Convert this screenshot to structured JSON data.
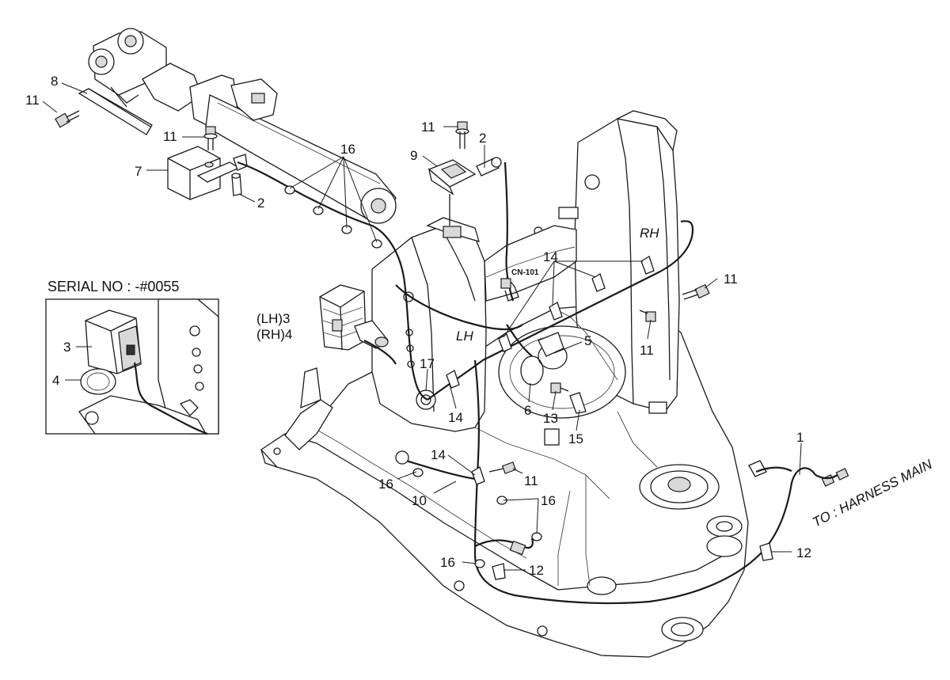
{
  "callouts": [
    {
      "id": "c-11a",
      "text": "11"
    },
    {
      "id": "c-8",
      "text": "8"
    },
    {
      "id": "c-11b",
      "text": "11"
    },
    {
      "id": "c-7",
      "text": "7"
    },
    {
      "id": "c-2a",
      "text": "2"
    },
    {
      "id": "c-16a",
      "text": "16"
    },
    {
      "id": "c-11c",
      "text": "11"
    },
    {
      "id": "c-9",
      "text": "9"
    },
    {
      "id": "c-2b",
      "text": "2"
    },
    {
      "id": "c-14a",
      "text": "14"
    },
    {
      "id": "c-11d",
      "text": "11"
    },
    {
      "id": "c-11e",
      "text": "11"
    },
    {
      "id": "c-5",
      "text": "5"
    },
    {
      "id": "c-17",
      "text": "17"
    },
    {
      "id": "c-14b",
      "text": "14"
    },
    {
      "id": "c-6",
      "text": "6"
    },
    {
      "id": "c-13",
      "text": "13"
    },
    {
      "id": "c-15",
      "text": "15"
    },
    {
      "id": "c-14c",
      "text": "14"
    },
    {
      "id": "c-11f",
      "text": "11"
    },
    {
      "id": "c-16b",
      "text": "16"
    },
    {
      "id": "c-10",
      "text": "10"
    },
    {
      "id": "c-16c",
      "text": "16"
    },
    {
      "id": "c-16d",
      "text": "16"
    },
    {
      "id": "c-12a",
      "text": "12"
    },
    {
      "id": "c-12b",
      "text": "12"
    },
    {
      "id": "c-1",
      "text": "1"
    },
    {
      "id": "c-3inset",
      "text": "3"
    },
    {
      "id": "c-4inset",
      "text": "4"
    }
  ],
  "labels": {
    "lh3": "(LH)3",
    "rh4": "(RH)4",
    "rh": "RH",
    "lh": "LH",
    "connector": "CN-101",
    "to_harness": "TO : HARNESS MAIN",
    "serial": "SERIAL NO : -#0055"
  }
}
